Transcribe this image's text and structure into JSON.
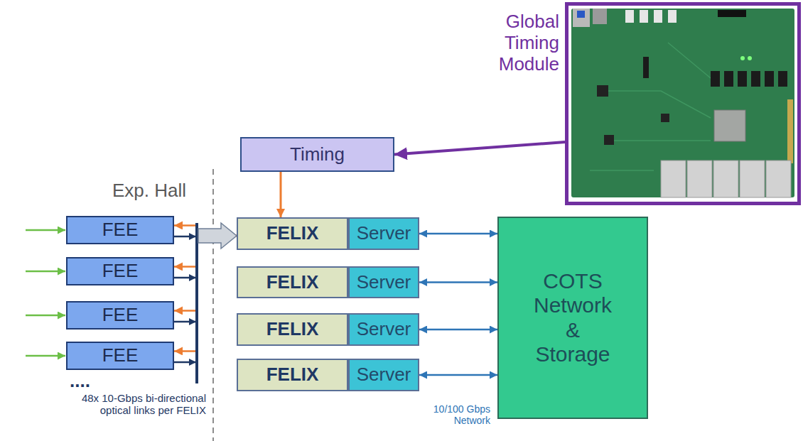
{
  "diagram": {
    "nodes": [
      {
        "text": [
          "Global Timing Module"
        ]
      },
      {
        "text": [
          "Timing"
        ]
      },
      {
        "text": [
          "FEE"
        ]
      },
      {
        "text": [
          "FEE"
        ]
      },
      {
        "text": [
          "FEE"
        ]
      },
      {
        "text": [
          "FEE"
        ]
      },
      {
        "text": [
          "FELIX"
        ]
      },
      {
        "text": [
          "Server"
        ]
      },
      {
        "text": [
          "FELIX"
        ]
      },
      {
        "text": [
          "Server"
        ]
      },
      {
        "text": [
          "FELIX"
        ]
      },
      {
        "text": [
          "Server"
        ]
      },
      {
        "text": [
          "FELIX"
        ]
      },
      {
        "text": [
          "Server"
        ]
      },
      {
        "text": [
          "COTS Network & Storage"
        ]
      }
    ],
    "edges": [
      {
        "from": 0,
        "to": 1,
        "arrow": "to"
      },
      {
        "from": 1,
        "to": 6,
        "arrow": "to"
      },
      {
        "from": 2,
        "to": 6,
        "arrow": "both"
      },
      {
        "from": 3,
        "to": 6,
        "arrow": "both"
      },
      {
        "from": 4,
        "to": 6,
        "arrow": "both"
      },
      {
        "from": 5,
        "to": 6,
        "arrow": "both"
      },
      {
        "from": 7,
        "to": 14,
        "arrow": "both"
      },
      {
        "from": 9,
        "to": 14,
        "arrow": "both"
      },
      {
        "from": 11,
        "to": 14,
        "arrow": "both"
      },
      {
        "from": 13,
        "to": 14,
        "arrow": "both"
      }
    ],
    "labels": [
      "Exp. Hall",
      "....",
      "48x 10-Gbps bi-directional optical links per FELIX",
      "10/100 Gbps Network"
    ]
  }
}
